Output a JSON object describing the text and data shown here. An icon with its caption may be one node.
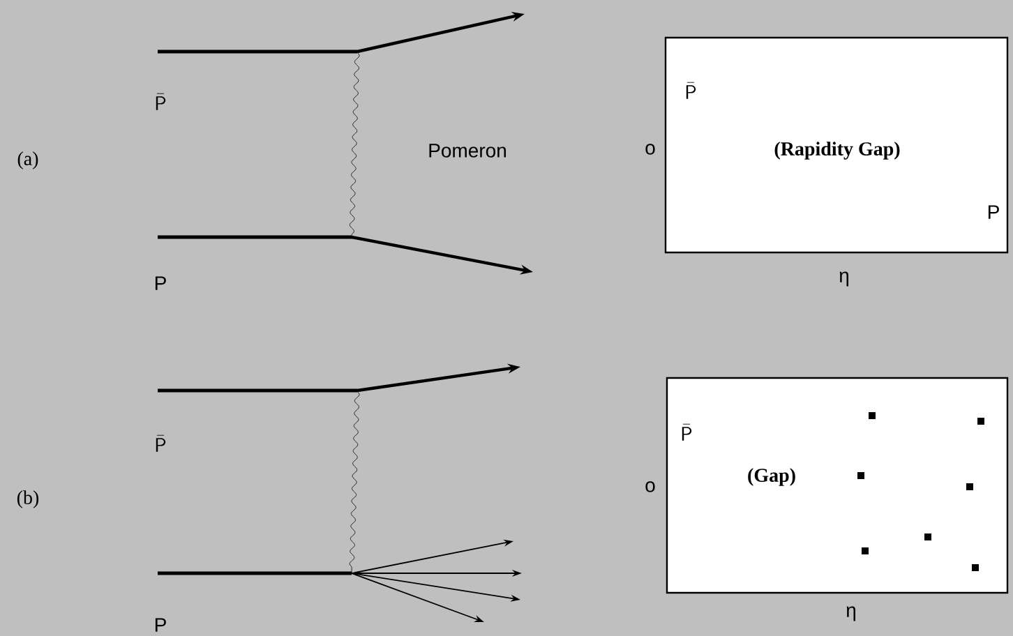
{
  "diagram": {
    "nodes": [
      {
        "text": [
          "\\bar{\\mathsf{P}}",
          "(Rapidity Gap)",
          "P"
        ],
        "beside": [
          "o",
          "η"
        ]
      },
      {
        "text": [
          "\\bar{\\mathsf{P}}",
          "(Gap)"
        ],
        "beside": [
          "o",
          "η"
        ]
      }
    ],
    "labels": [
      "(a)",
      "\\bar{\\mathsf{P}}",
      "Pomeron",
      "P",
      "(b)",
      "\\bar{\\mathsf{P}}",
      "P"
    ]
  }
}
